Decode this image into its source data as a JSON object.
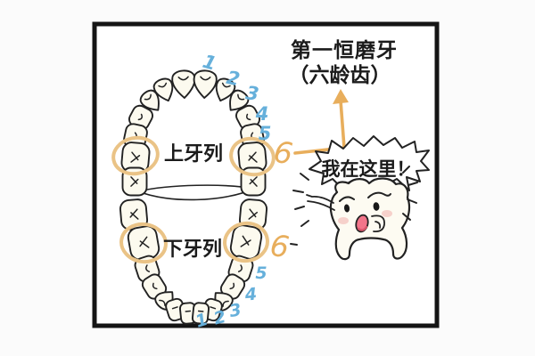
{
  "panel": {
    "annotation": {
      "line1": "第一恒磨牙",
      "line2": "（六龄齿）"
    },
    "upper_arch": {
      "label": "上牙列",
      "tooth_numbers": [
        "1",
        "2",
        "3",
        "4",
        "5"
      ],
      "molar_number": "6"
    },
    "lower_arch": {
      "label": "下牙列",
      "tooth_numbers": [
        "5",
        "4",
        "3",
        "2",
        "1"
      ],
      "molar_number": "6"
    },
    "character": {
      "speech": "我在这里！"
    }
  },
  "colors": {
    "outline": "#222222",
    "number_blue": "#66b0db",
    "accent_orange": "#e8ae5c",
    "highlight_ring": "#eac386",
    "tooth_fill": "#fcfaef",
    "mouth_pink": "#f2758a",
    "blush_pink": "#f4c9c4"
  }
}
